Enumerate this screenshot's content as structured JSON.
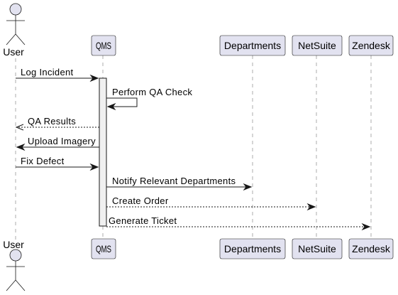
{
  "diagram": {
    "participants": [
      {
        "id": "user",
        "label": "User",
        "kind": "actor"
      },
      {
        "id": "qms",
        "label": "QMS",
        "kind": "participant"
      },
      {
        "id": "departments",
        "label": "Departments",
        "kind": "participant"
      },
      {
        "id": "netsuite",
        "label": "NetSuite",
        "kind": "participant"
      },
      {
        "id": "zendesk",
        "label": "Zendesk",
        "kind": "participant"
      }
    ],
    "messages": [
      {
        "label": "Log Incident",
        "from": "user",
        "to": "qms",
        "style": "solid"
      },
      {
        "label": "Perform QA Check",
        "from": "qms",
        "to": "qms",
        "style": "solid"
      },
      {
        "label": "QA Results",
        "from": "qms",
        "to": "user",
        "style": "dashed"
      },
      {
        "label": "Upload Imagery",
        "from": "qms",
        "to": "user",
        "style": "solid"
      },
      {
        "label": "Fix Defect",
        "from": "user",
        "to": "qms",
        "style": "solid"
      },
      {
        "label": "Notify Relevant Departments",
        "from": "qms",
        "to": "departments",
        "style": "solid"
      },
      {
        "label": "Create Order",
        "from": "qms",
        "to": "netsuite",
        "style": "dashed"
      },
      {
        "label": "Generate Ticket",
        "from": "qms",
        "to": "zendesk",
        "style": "dashed"
      }
    ]
  }
}
